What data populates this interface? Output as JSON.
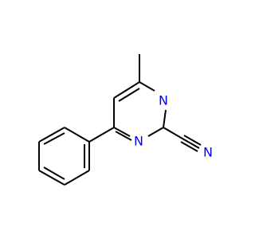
{
  "colors": {
    "bond": "#000000",
    "nitrogen": "#0000ff"
  },
  "atoms": {
    "n1": "N",
    "n3": "N",
    "n_nitrile": "N"
  }
}
